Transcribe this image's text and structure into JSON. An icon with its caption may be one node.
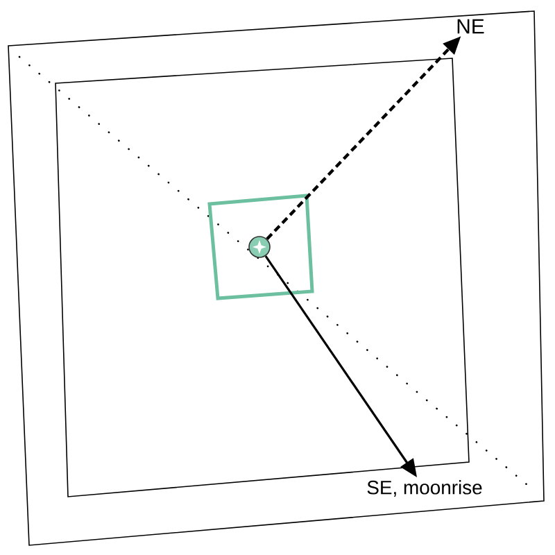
{
  "diagram": {
    "nodes": [
      {
        "text": [
          "NE"
        ]
      },
      {
        "text": [
          "SE, moonrise"
        ]
      },
      {
        "text": [],
        "shape": "circle"
      }
    ],
    "edges": [
      {
        "from": 2,
        "to": 0,
        "arrow": "to",
        "style": "dashed"
      },
      {
        "from": 2,
        "to": 1,
        "arrow": "to"
      }
    ]
  }
}
